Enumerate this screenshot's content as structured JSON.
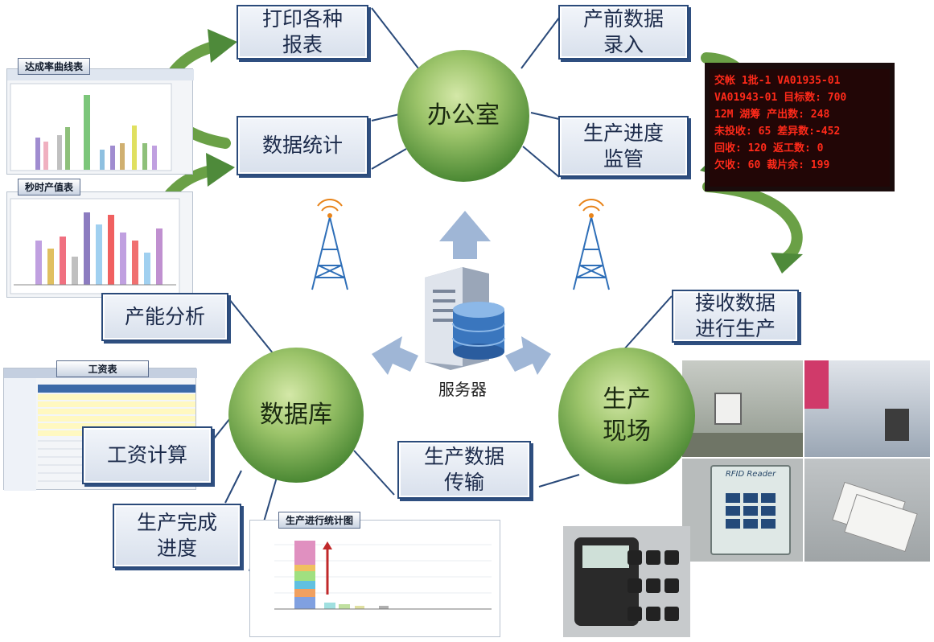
{
  "center": {
    "server_label": "服务器"
  },
  "nodes": {
    "office": "办公室",
    "database": "数据库",
    "site_line1": "生产",
    "site_line2": "现场"
  },
  "boxes": {
    "print_reports": [
      "打印各种",
      "报表"
    ],
    "data_stats": [
      "数据统计"
    ],
    "pre_production_entry": [
      "产前数据",
      "录入"
    ],
    "progress_monitor": [
      "生产进度",
      "监管"
    ],
    "receive_data": [
      "接收数据",
      "进行生产"
    ],
    "capacity_analysis": [
      "产能分析"
    ],
    "wage_calc": [
      "工资计算"
    ],
    "completion_progress": [
      "生产完成",
      "进度"
    ],
    "data_transfer": [
      "生产数据",
      "传输"
    ]
  },
  "thumbnails": {
    "achievement_chart_title": "达成率曲线表",
    "hourly_output_title": "秒时产值表",
    "wage_table_title": "工资表",
    "production_stats_title": "生产进行统计图",
    "rfid_reader_label": "RFID Reader"
  },
  "led_board": {
    "lines": [
      "交帐  1批-1  VA01935-01",
      "VA01943-01  目标数: 700",
      "12M  湖筹  产出数: 248",
      "未投收: 65  差异数:-452",
      "回收: 120  返工数:  0",
      "欠收: 60  裁片余: 199"
    ]
  },
  "colors": {
    "box_border": "#2a4a7a",
    "node_green": "#6aa046",
    "arrow_green": "#4e8a3a",
    "arrow_blue": "#9fb6d6",
    "tower_blue": "#2f6fb8",
    "led_red": "#ff2a1a"
  },
  "icons": [
    "server-icon",
    "database-icon",
    "signal-tower-icon",
    "curved-arrow-icon"
  ]
}
